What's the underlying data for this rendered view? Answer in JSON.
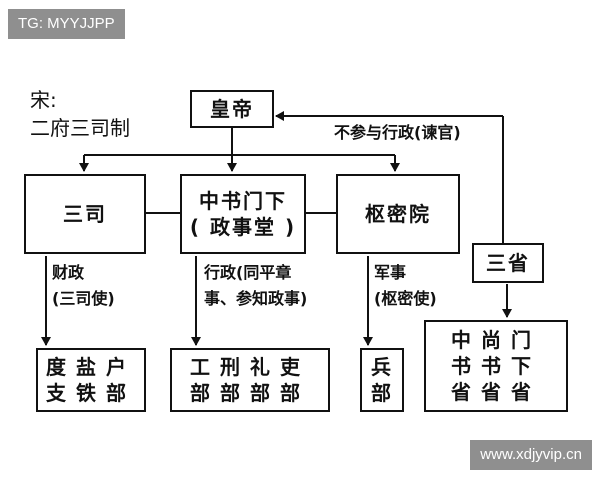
{
  "watermarks": {
    "top_left": "TG: MYYJJPP",
    "bottom_right": "www.xdjyvip.cn"
  },
  "title": {
    "line1": "宋:",
    "line2": "二府三司制"
  },
  "boxes": {
    "emperor": "皇帝",
    "sansi": "三司",
    "zhongshu": {
      "line1": "中书门下",
      "line2": "( 政事堂 )"
    },
    "shumi": "枢密院",
    "sansheng": "三省",
    "sansi_depts": {
      "line1": "度盐户",
      "line2": "支铁部"
    },
    "six_ministries": {
      "line1": "工刑礼吏",
      "line2": "部部部部"
    },
    "bingbu": {
      "line1": "兵",
      "line2": "部"
    },
    "three_depts": {
      "line1": "中尚门",
      "line2": "书书下",
      "line3": "省省省"
    }
  },
  "labels": {
    "no_admin": "不参与行政(谏官)",
    "finance": {
      "line1": "财政",
      "line2": "(三司使)"
    },
    "administration": {
      "line1": "行政(同平章",
      "line2": "事、参知政事)"
    },
    "military": {
      "line1": "军事",
      "line2": "(枢密使)"
    }
  }
}
